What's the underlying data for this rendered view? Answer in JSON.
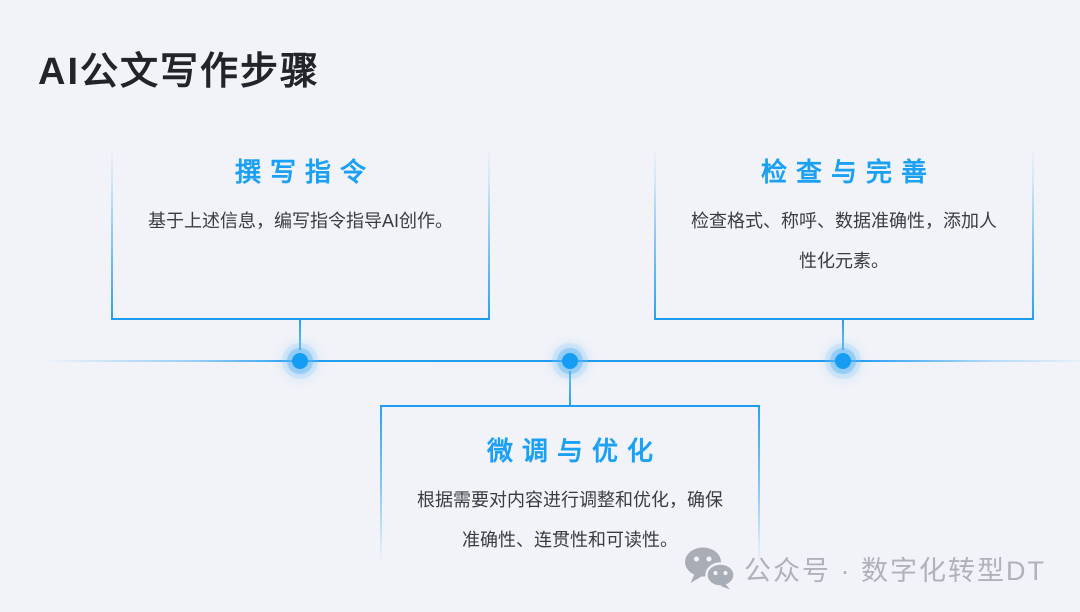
{
  "title": "AI公文写作步骤",
  "steps": [
    {
      "position": "top-left",
      "title": "撰写指令",
      "body": "基于上述信息，编写指令指导AI创作。"
    },
    {
      "position": "top-right",
      "title": "检查与完善",
      "body": "检查格式、称呼、数据准确性，添加人性化元素。"
    },
    {
      "position": "bottom-center",
      "title": "微调与优化",
      "body": "根据需要对内容进行调整和优化，确保准确性、连贯性和可读性。"
    }
  ],
  "timeline": {
    "dot_count": 3
  },
  "watermark": {
    "icon": "wechat-icon",
    "label": "公众号 · 数字化转型DT"
  },
  "colors": {
    "background": "#F1F3F8",
    "accent_blue": "#1E9FF3",
    "dot_core": "#149DF2",
    "title_text": "#222428",
    "body_text": "#3A3C42",
    "watermark_text": "#AFB2BA"
  }
}
